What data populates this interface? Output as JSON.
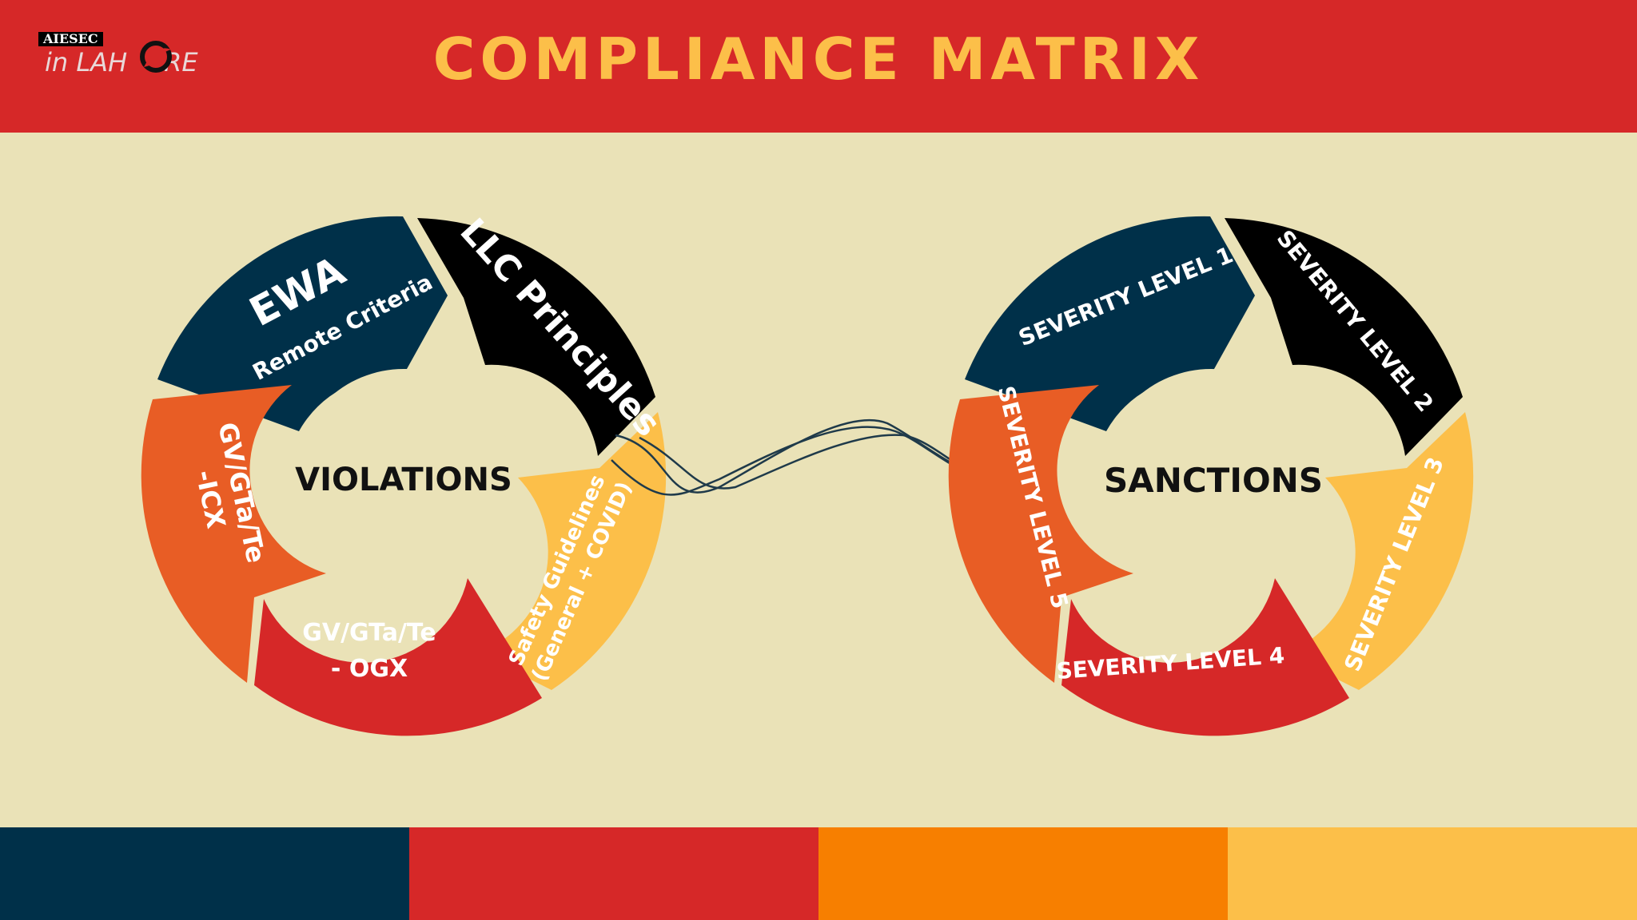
{
  "header": {
    "title": "COMPLIANCE MATRIX",
    "logo_top": "AIESEC",
    "logo_bottom": "in LAH",
    "logo_end": "RE"
  },
  "violations": {
    "center": "VIOLATIONS",
    "segments": {
      "ewa_title": "EWA",
      "ewa_sub": "Remote Criteria",
      "llc": "LLC Principles",
      "safety_line1": "Safety Guidelines",
      "safety_line2": "(General + COVID)",
      "ogx_line1": "GV/GTa/Te",
      "ogx_line2": "- OGX",
      "icx_line1": "GV/GTa/Te",
      "icx_line2": "-ICX"
    }
  },
  "sanctions": {
    "center": "SANCTIONS",
    "levels": {
      "l1": "SEVERITY LEVEL 1",
      "l2": "SEVERITY LEVEL 2",
      "l3": "SEVERITY LEVEL 3",
      "l4": "SEVERITY LEVEL 4",
      "l5": "SEVERITY LEVEL 5"
    }
  },
  "colors": {
    "navy": "#003049",
    "black": "#000000",
    "yellow": "#FCBF49",
    "red": "#D62828",
    "orange": "#E85D25",
    "footer_orange": "#F77F00",
    "background": "#EAE2B7"
  },
  "footer_stripes": [
    "#003049",
    "#D62828",
    "#F77F00",
    "#FCBF49"
  ]
}
